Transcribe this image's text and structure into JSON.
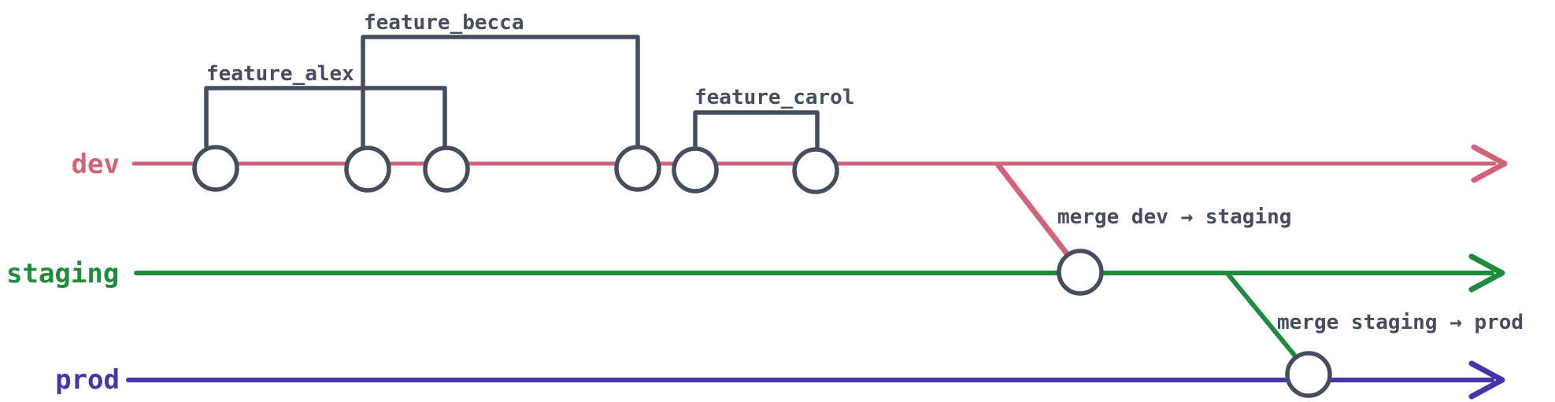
{
  "colors": {
    "dev": "#d06378",
    "staging": "#1f8b3c",
    "prod": "#4634a8",
    "ink": "#454e5e",
    "background": "#ffffff"
  },
  "branches": {
    "dev": {
      "label": "dev",
      "commit_count": 6
    },
    "staging": {
      "label": "staging",
      "commit_count": 1
    },
    "prod": {
      "label": "prod",
      "commit_count": 1
    }
  },
  "feature_brackets": [
    {
      "label": "feature_alex",
      "from_commit": 1,
      "to_commit": 3
    },
    {
      "label": "feature_becca",
      "from_commit": 2,
      "to_commit": 4
    },
    {
      "label": "feature_carol",
      "from_commit": 5,
      "to_commit": 6
    }
  ],
  "merges": [
    {
      "label": "merge dev → staging",
      "from": "dev",
      "to": "staging"
    },
    {
      "label": "merge staging → prod",
      "from": "staging",
      "to": "prod"
    }
  ]
}
